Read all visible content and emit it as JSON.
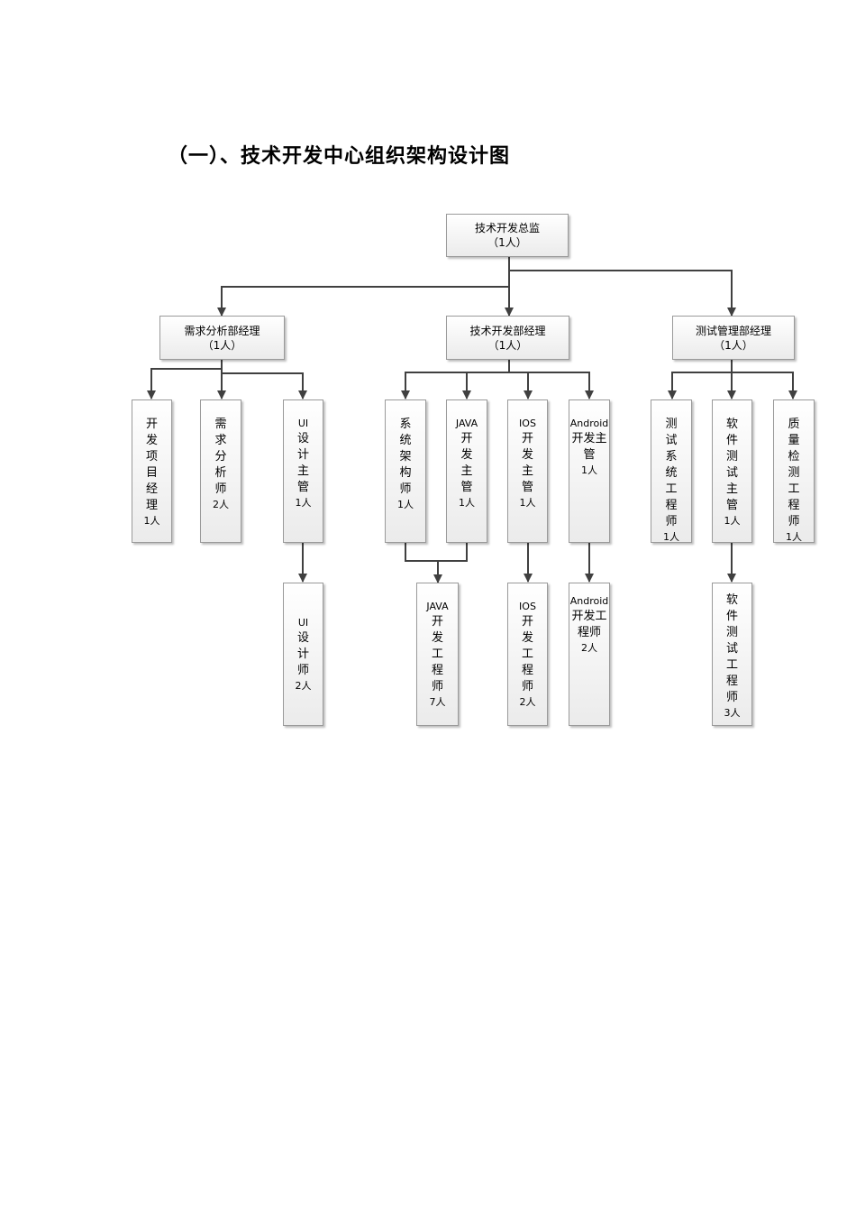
{
  "heading": "（一）、技术开发中心组织架构设计图",
  "nodes": {
    "director": {
      "title": "技术开发总监",
      "count": "（1人）"
    },
    "req_mgr": {
      "title": "需求分析部经理",
      "count": "（1人）"
    },
    "dev_mgr": {
      "title": "技术开发部经理",
      "count": "（1人）"
    },
    "test_mgr": {
      "title": "测试管理部经理",
      "count": "（1人）"
    },
    "project_mgr": {
      "title": "开发项目经理",
      "count": "1人"
    },
    "req_analyst": {
      "title": "需求分析师",
      "count": "2人"
    },
    "ui_lead_prefix": {
      "title": "UI",
      "count": ""
    },
    "ui_lead": {
      "title": "设计主管",
      "count": "1人"
    },
    "ui_designer_prefix": {
      "title": "UI",
      "count": ""
    },
    "ui_designer": {
      "title": "设计师",
      "count": "2人"
    },
    "architect": {
      "title": "系统架构师",
      "count": "1人"
    },
    "java_lead_prefix": {
      "title": "JAVA",
      "count": ""
    },
    "java_lead": {
      "title": "开发主管",
      "count": "1人"
    },
    "ios_lead_prefix": {
      "title": "IOS",
      "count": ""
    },
    "ios_lead": {
      "title": "开发主管",
      "count": "1人"
    },
    "android_lead_prefix": {
      "title": "Android",
      "count": ""
    },
    "android_lead": {
      "title": "开发主管",
      "count": "1人"
    },
    "java_engineer_prefix": {
      "title": "JAVA",
      "count": ""
    },
    "java_engineer": {
      "title": "开发工程师",
      "count": "7人"
    },
    "ios_engineer_prefix": {
      "title": "IOS",
      "count": ""
    },
    "ios_engineer": {
      "title": "开发工程师",
      "count": "2人"
    },
    "android_engineer_prefix": {
      "title": "Android",
      "count": ""
    },
    "android_engineer": {
      "title": "开发工程师",
      "count": "2人"
    },
    "test_sys_engineer": {
      "title": "测试系统工程师",
      "count": "1人"
    },
    "sw_test_lead": {
      "title": "软件测试主管",
      "count": "1人"
    },
    "qa_engineer": {
      "title": "质量检测工程师",
      "count": "1人"
    },
    "sw_test_engineer": {
      "title": "软件测试工程师",
      "count": "3人"
    }
  },
  "colors": {
    "border": "#9a9a9a",
    "line": "#404040",
    "fill_top": "#ffffff",
    "fill_bottom": "#ebebeb"
  }
}
